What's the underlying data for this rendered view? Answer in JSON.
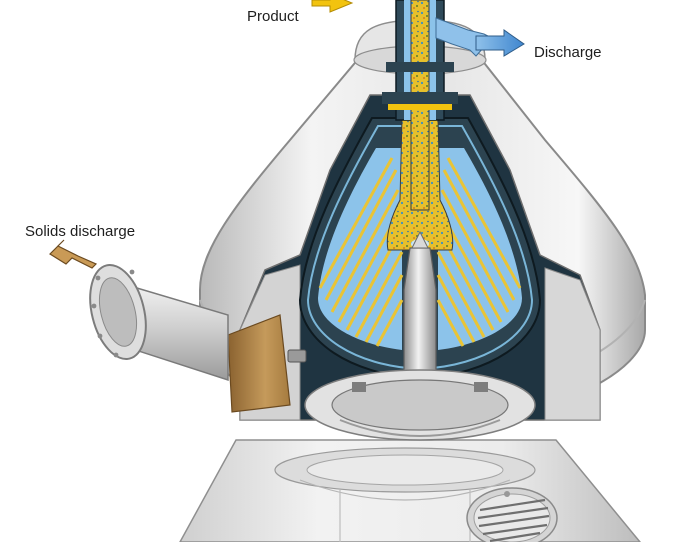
{
  "labels": {
    "product": "Product",
    "discharge": "Discharge",
    "solids_discharge": "Solids discharge"
  },
  "colors": {
    "product_flow": "#f2c30f",
    "discharge_flow": "#5aa0e0",
    "solids_flow": "#b78a4a",
    "housing_light": "#f1f1f1",
    "housing_shade": "#a9a9a9",
    "bowl_wall": "#2f4652",
    "disc_stack_yellow": "#e9c436",
    "disc_stack_blue": "#8cc3ea"
  },
  "icons": [
    "product-outlet-arrow-icon",
    "discharge-outlet-arrow-icon",
    "solids-discharge-arrow-icon"
  ]
}
